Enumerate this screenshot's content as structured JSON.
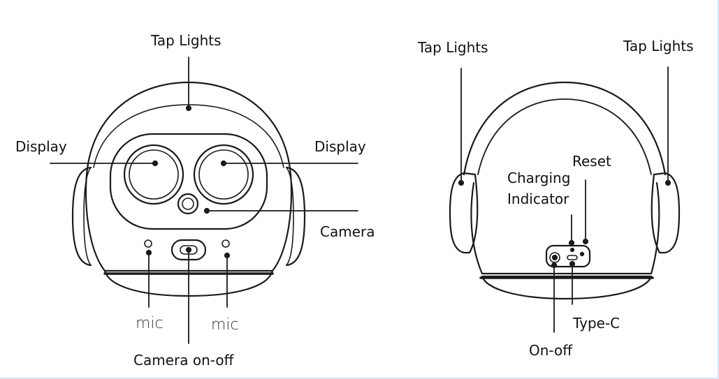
{
  "front": {
    "tap_lights": "Tap Lights",
    "display_left": "Display",
    "display_right": "Display",
    "camera": "Camera",
    "mic_left": "mic",
    "mic_right": "mic",
    "camera_onoff": "Camera on-off"
  },
  "back": {
    "tap_lights_left": "Tap Lights",
    "tap_lights_right": "Tap Lights",
    "reset": "Reset",
    "charging_indicator": "Charging\nIndicator",
    "type_c": "Type-C",
    "on_off": "On-off"
  },
  "colors": {
    "stroke": "#1a1a1a",
    "text": "#111111",
    "frame": "#d6e4f3"
  }
}
